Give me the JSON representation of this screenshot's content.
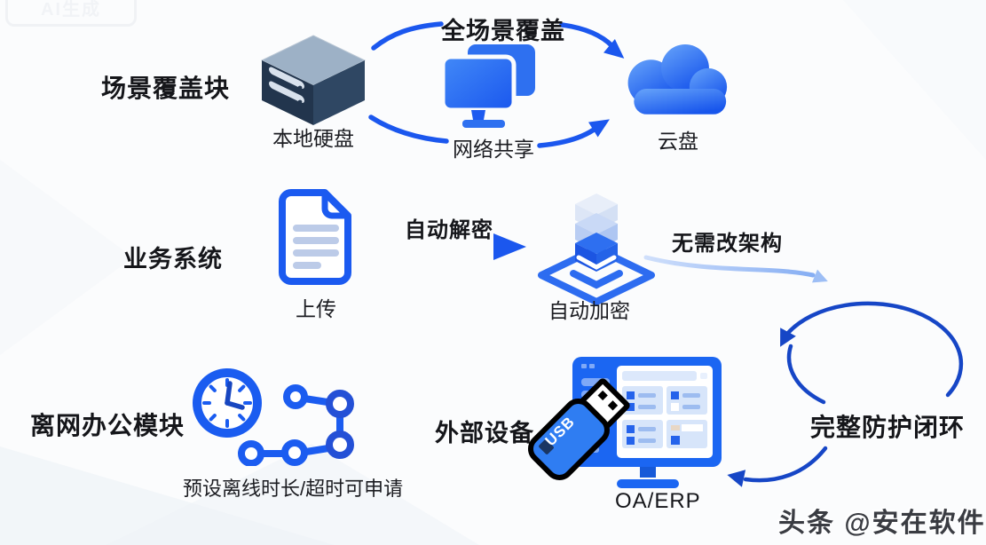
{
  "meta": {
    "badge": "AI生成",
    "watermark": "头条 @安在软件"
  },
  "colors": {
    "primary_blue": "#1b5cf0",
    "deep_loop_blue": "#1646c6",
    "navy_server": "#22354d",
    "light_arrow_blue": "#9dbef5",
    "light_fill_blue": "#b9cdf3",
    "text_dark": "#15161a"
  },
  "flow": {
    "scenario_row": {
      "title": "场景覆盖块",
      "top_arrow_label": "全场景覆盖",
      "nodes": [
        {
          "icon": "server",
          "label": "本地硬盘"
        },
        {
          "icon": "dual-monitor",
          "label": "网络共享"
        },
        {
          "icon": "cloud",
          "label": "云盘"
        }
      ]
    },
    "business_row": {
      "title": "业务系统",
      "upload_label": "上传",
      "decrypt_arrow_label": "自动解密",
      "encrypt_label": "自动加密",
      "right_arrow_label": "无需改架构"
    },
    "offline_row": {
      "title": "离网办公模块",
      "caption": "预设离线时长/超时可申请",
      "device_label": "外部设备",
      "usb_text": "USB",
      "terminal_label": "OA/ERP",
      "loop_label": "完整防护闭环"
    }
  }
}
